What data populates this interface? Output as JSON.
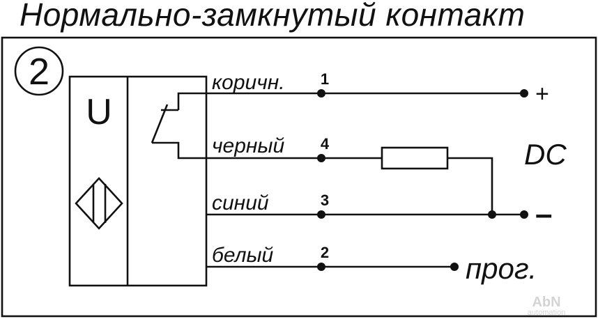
{
  "title": "Нормально-замкнутый контакт",
  "diagram_number": "2",
  "sensor": {
    "label": "U"
  },
  "wires": [
    {
      "color_label": "коричн.",
      "pin": "1"
    },
    {
      "color_label": "черный",
      "pin": "4"
    },
    {
      "color_label": "синий",
      "pin": "3"
    },
    {
      "color_label": "белый",
      "pin": "2"
    }
  ],
  "supply": {
    "plus": "+",
    "minus": "–",
    "type": "DC"
  },
  "program_label": "прог.",
  "watermark": {
    "line1": "AbN",
    "line2": "automation"
  }
}
